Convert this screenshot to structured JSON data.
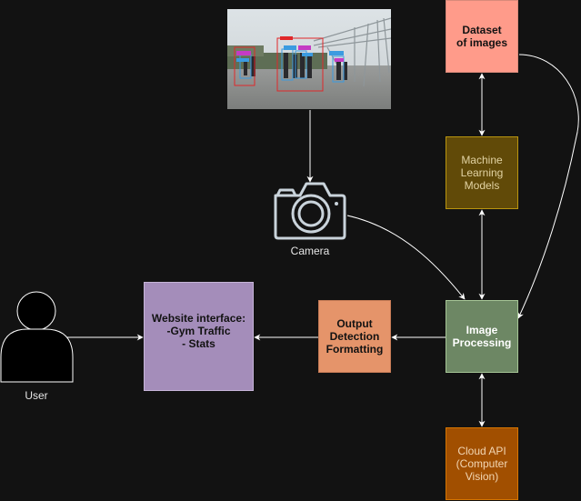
{
  "nodes": {
    "dataset": "Dataset\nof images",
    "ml": "Machine\nLearning\nModels",
    "imgproc": "Image\nProcessing",
    "cloud": "Cloud API\n(Computer\nVision)",
    "output": "Output\nDetection\nFormatting",
    "website": "Website interface:\n-Gym Traffic\n- Stats"
  },
  "labels": {
    "camera": "Camera",
    "user": "User"
  },
  "icons": {
    "camera": "camera-icon",
    "user": "user-silhouette-icon",
    "photo": "surveillance-photo-pedestrians"
  },
  "colors": {
    "background": "#121212",
    "edge": "#FFFFFF",
    "dataset": "#FF9B8A",
    "ml": "#614A08",
    "imgproc": "#6D8764",
    "cloud": "#A14F00",
    "output": "#E5946A",
    "website": "#A48DBA"
  }
}
